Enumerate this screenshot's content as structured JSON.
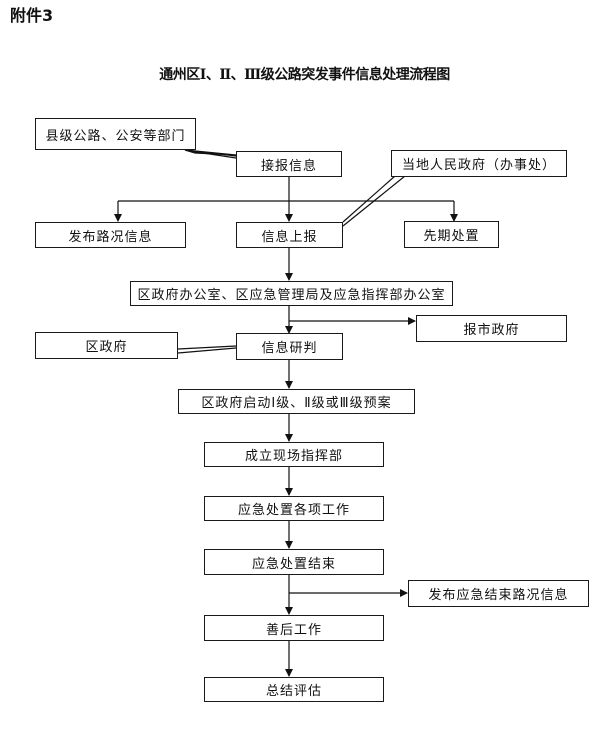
{
  "header": {
    "attachment": "附件3",
    "title": "通州区Ⅰ、Ⅱ、Ⅲ级公路突发事件信息处理流程图"
  },
  "nodes": {
    "county_roads": "县级公路、公安等部门",
    "receive_info": "接报信息",
    "local_gov": "当地人民政府（办事处）",
    "publish_road": "发布路况信息",
    "report_up": "信息上报",
    "early_disposal": "先期处置",
    "district_offices": "区政府办公室、区应急管理局及应急指挥部办公室",
    "report_city": "报市政府",
    "district_gov": "区政府",
    "info_study": "信息研判",
    "start_plan": "区政府启动Ⅰ级、Ⅱ级或Ⅲ级预案",
    "setup_hq": "成立现场指挥部",
    "emergency_work": "应急处置各项工作",
    "disposal_end": "应急处置结束",
    "publish_end": "发布应急结束路况信息",
    "aftermath": "善后工作",
    "summary": "总结评估"
  }
}
